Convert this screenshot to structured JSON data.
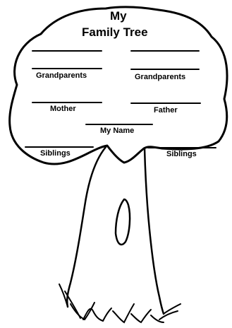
{
  "worksheet": {
    "title_line1": "My",
    "title_line2": "Family Tree",
    "labels": {
      "grandparents_left": "Grandparents",
      "grandparents_right": "Grandparents",
      "mother": "Mother",
      "father": "Father",
      "my_name": "My Name",
      "siblings_left": "Siblings",
      "siblings_right": "Siblings"
    }
  },
  "colors": {
    "ink": "#000000",
    "paper": "#ffffff"
  }
}
